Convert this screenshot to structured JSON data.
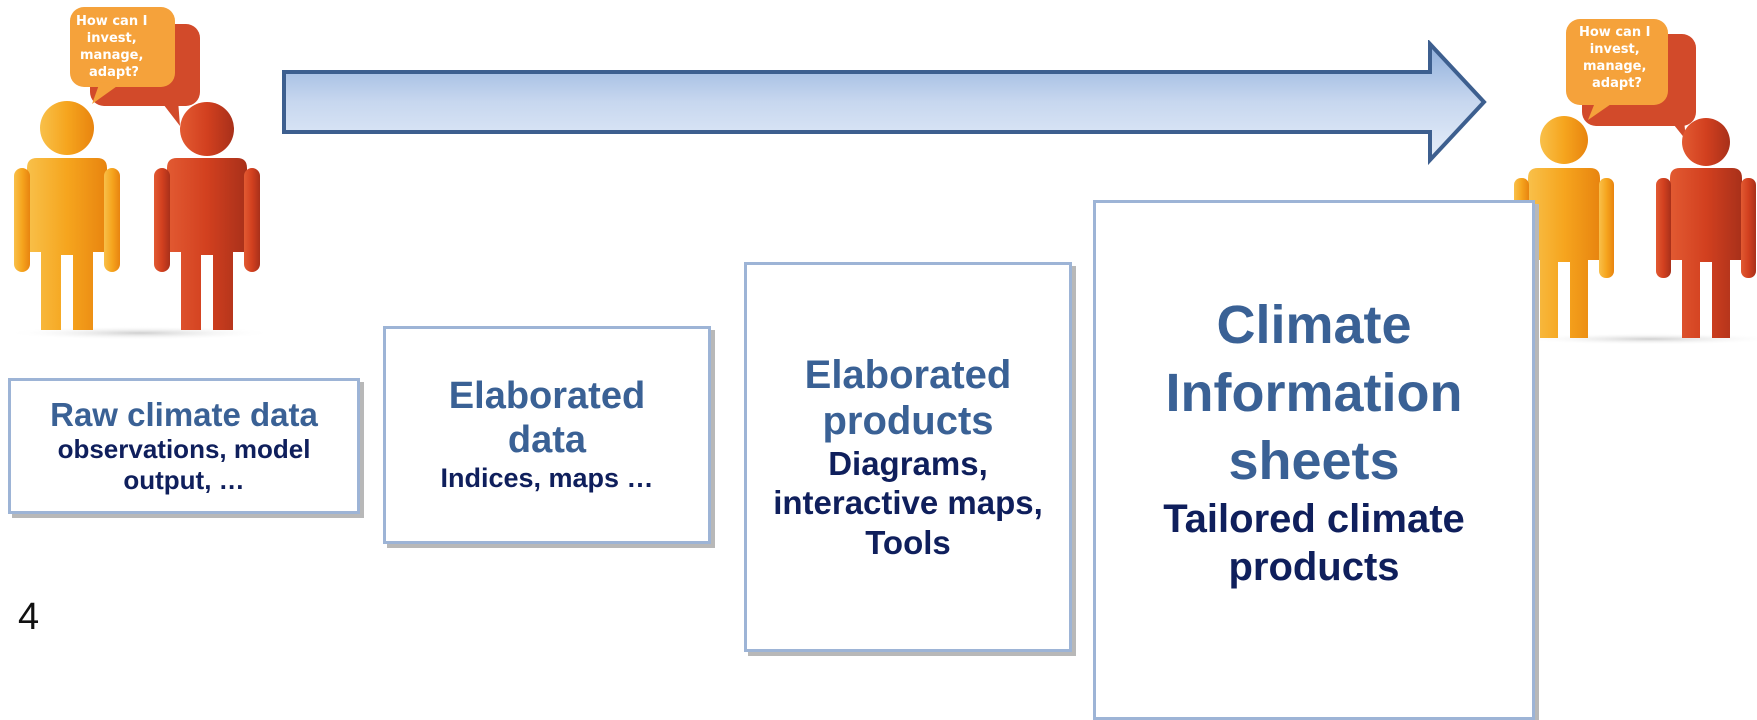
{
  "bubble_question": [
    "How can I",
    "invest,",
    "manage,",
    "adapt?"
  ],
  "boxes": [
    {
      "title": "Raw climate data",
      "subtitle": "observations, model output, …"
    },
    {
      "title": "Elaborated data",
      "subtitle": "Indices, maps …"
    },
    {
      "title": "Elaborated products",
      "subtitle": "Diagrams, interactive maps, Tools"
    },
    {
      "title": "Climate Information sheets",
      "subtitle": "Tailored climate products"
    }
  ],
  "slide_number": "4",
  "colors": {
    "box_border": "#9db4d6",
    "title": "#3a6195",
    "subtitle": "#0f1f5c",
    "arrow_fill": "#c9d8ef",
    "arrow_stroke": "#3d5f8f",
    "person_yellow": "#f6a51e",
    "person_red": "#d2401f",
    "bubble_orange": "#f5a23b",
    "bubble_red": "#d24a2a"
  }
}
